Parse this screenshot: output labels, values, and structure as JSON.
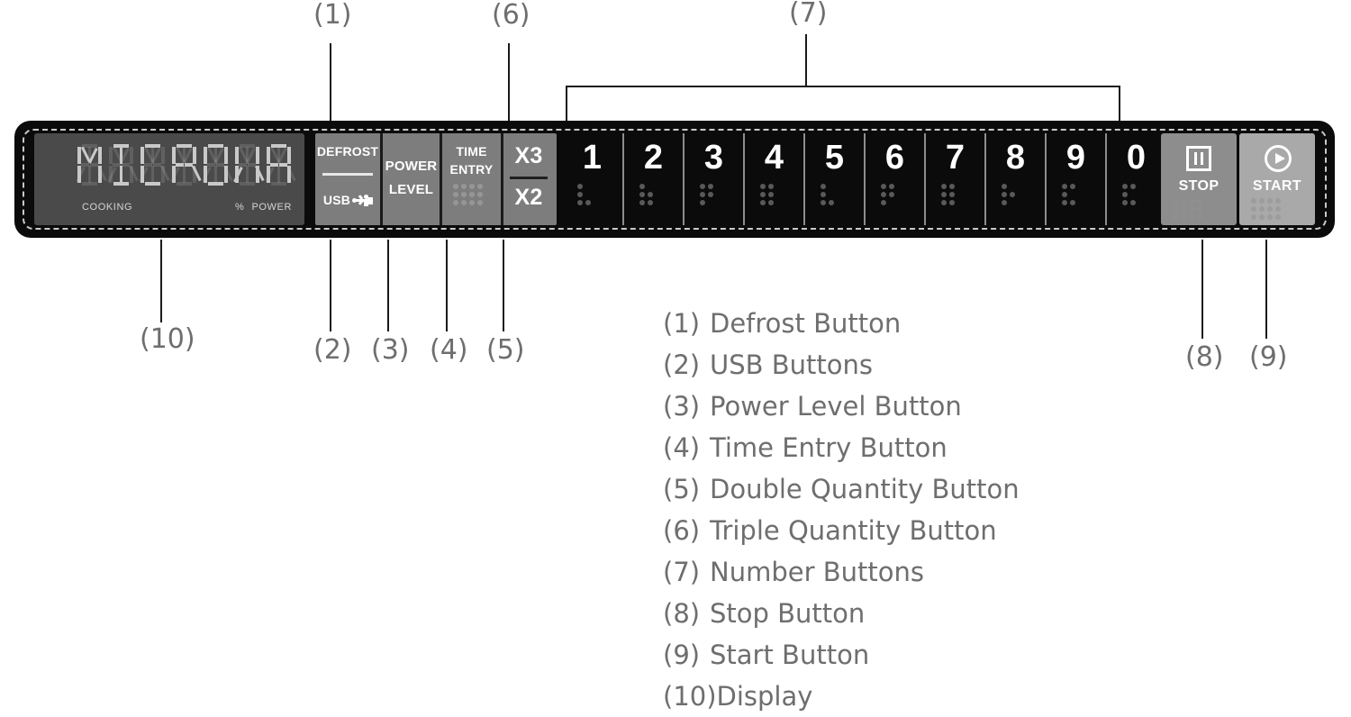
{
  "device": {
    "name": "microwave-control-panel",
    "colors": {
      "panel_bg": "#0b0b0b",
      "function_block": "#7d7d7d",
      "display_bg": "#4a4a4a",
      "stop_button": "#8d8d8d",
      "start_button": "#a9a9a9",
      "label_text": "#6e6e6e",
      "segment_on": "#c9c9c9"
    }
  },
  "display": {
    "segment_text": "MICROWA",
    "characters": [
      "M",
      "I",
      "C",
      "R",
      "O",
      "W",
      "A"
    ],
    "indicator_cooking": "COOKING",
    "indicator_percent": "%",
    "indicator_power": "POWER"
  },
  "function_buttons": {
    "defrost_label": "DEFROST",
    "usb_label": "USB",
    "usb_icon": "usb-icon",
    "power_label_line1": "POWER",
    "power_label_line2": "LEVEL",
    "time_label_line1": "TIME",
    "time_label_line2": "ENTRY",
    "triple_label": "X3",
    "double_label": "X2"
  },
  "number_buttons": [
    {
      "digit": "1",
      "braille": [
        1,
        0,
        1,
        0,
        1,
        1
      ]
    },
    {
      "digit": "2",
      "braille": [
        1,
        0,
        1,
        1,
        1,
        1
      ]
    },
    {
      "digit": "3",
      "braille": [
        1,
        1,
        1,
        1,
        1,
        0
      ]
    },
    {
      "digit": "4",
      "braille": [
        1,
        1,
        1,
        1,
        1,
        1
      ]
    },
    {
      "digit": "5",
      "braille": [
        1,
        0,
        1,
        0,
        1,
        1
      ]
    },
    {
      "digit": "6",
      "braille": [
        1,
        1,
        1,
        1,
        1,
        0
      ]
    },
    {
      "digit": "7",
      "braille": [
        1,
        1,
        1,
        1,
        1,
        1
      ]
    },
    {
      "digit": "8",
      "braille": [
        1,
        0,
        1,
        1,
        1,
        0
      ]
    },
    {
      "digit": "9",
      "braille": [
        1,
        1,
        1,
        0,
        1,
        1
      ]
    },
    {
      "digit": "0",
      "braille": [
        1,
        1,
        1,
        0,
        1,
        1
      ]
    }
  ],
  "action_buttons": {
    "stop": {
      "label": "STOP",
      "icon": "pause-icon"
    },
    "start": {
      "label": "START",
      "icon": "play-icon"
    }
  },
  "callouts": {
    "c1": "(1)",
    "c2": "(2)",
    "c3": "(3)",
    "c4": "(4)",
    "c5": "(5)",
    "c6": "(6)",
    "c7": "(7)",
    "c8": "(8)",
    "c9": "(9)",
    "c10": "(10)"
  },
  "legend": [
    {
      "index": "(1)",
      "label": "Defrost Button"
    },
    {
      "index": "(2)",
      "label": "USB Buttons"
    },
    {
      "index": "(3)",
      "label": "Power Level Button"
    },
    {
      "index": "(4)",
      "label": "Time Entry Button"
    },
    {
      "index": "(5)",
      "label": "Double Quantity Button"
    },
    {
      "index": "(6)",
      "label": "Triple Quantity Button"
    },
    {
      "index": "(7)",
      "label": "Number Buttons"
    },
    {
      "index": "(8)",
      "label": "Stop Button"
    },
    {
      "index": "(9)",
      "label": "Start Button"
    },
    {
      "index": "(10)",
      "label": "Display"
    }
  ]
}
